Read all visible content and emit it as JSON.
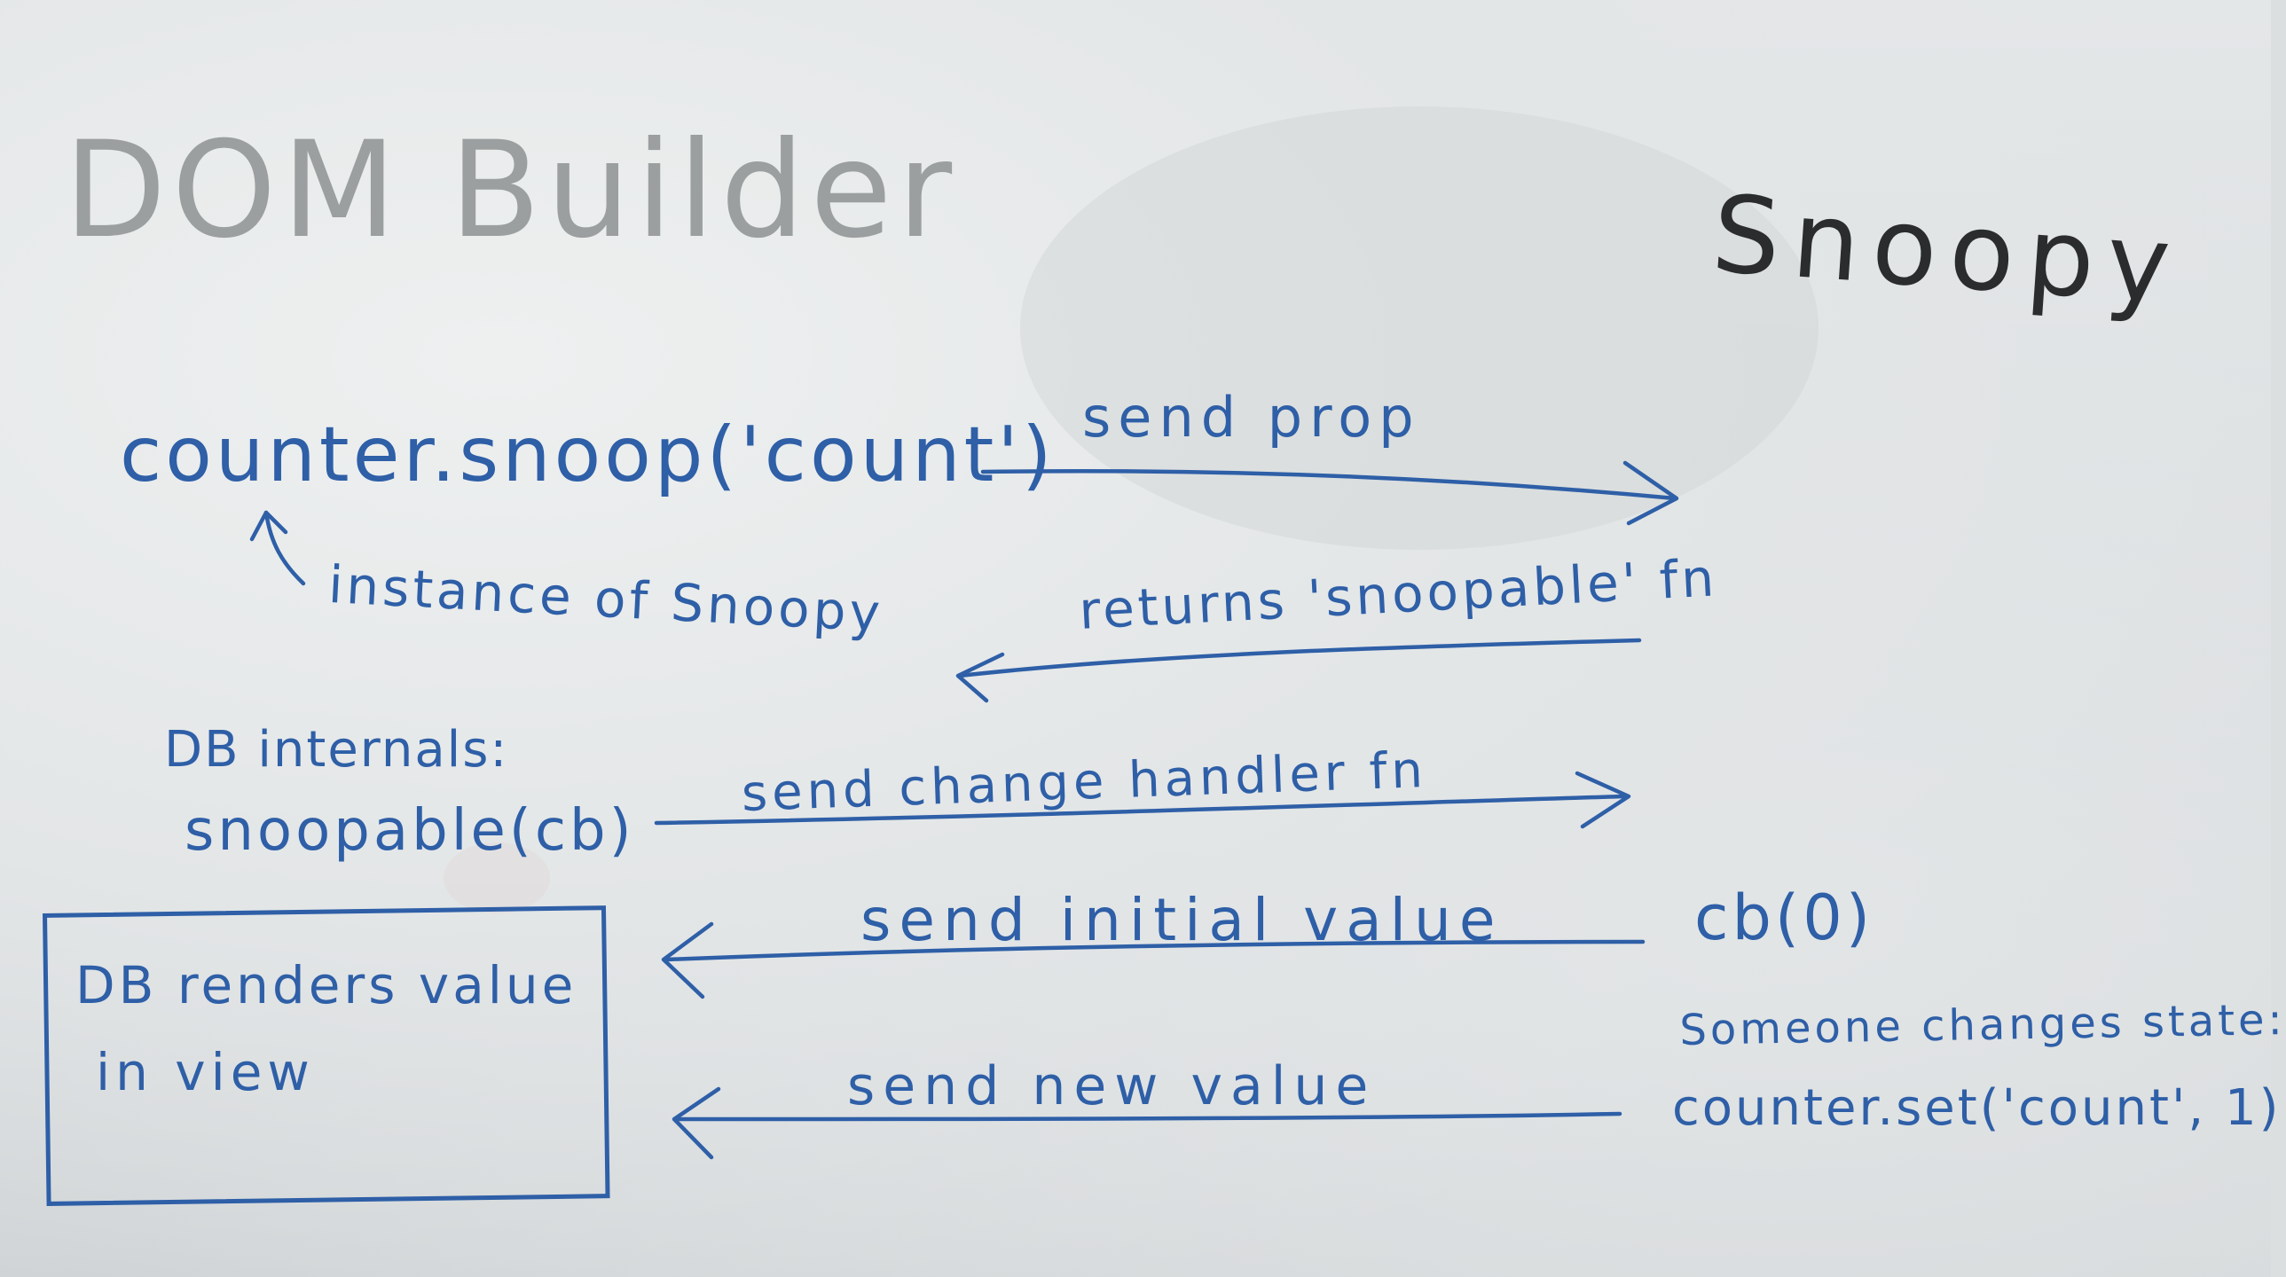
{
  "titles": {
    "left": "DOM Builder",
    "right": "Snoopy"
  },
  "code": {
    "main_call": "counter.snoop('count')",
    "instance_note": "instance of Snoopy",
    "db_internals": "DB internals:",
    "snoopable_cb": "snoopable(cb)",
    "cb_zero": "cb(0)",
    "state_note": "Someone changes state:",
    "counter_set": "counter.set('count', 1)"
  },
  "messages": {
    "send_prop": "send prop",
    "returns": "returns 'snoopable' fn",
    "change_handler": "send change handler fn",
    "initial_value": "send initial value",
    "new_value": "send new value"
  },
  "render_box": {
    "line1": "DB renders value",
    "line2": "in view"
  },
  "colors": {
    "marker_blue": "#2e5fa7",
    "marker_black": "#2a2c2d",
    "faded_gray": "#8f9292",
    "board": "#dcdfe0"
  }
}
